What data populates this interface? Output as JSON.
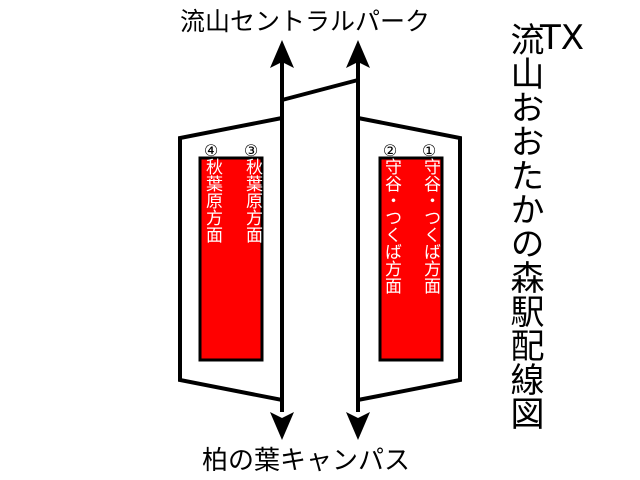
{
  "title": {
    "line": "TX",
    "station": "流山おおたかの森駅配線図"
  },
  "directions": {
    "up": "流山セントラルパーク",
    "down": "柏の葉キャンパス"
  },
  "platforms": [
    {
      "number": "①",
      "destination": "守谷・つくば方面",
      "side": "right"
    },
    {
      "number": "②",
      "destination": "守谷・つくば方面",
      "side": "right"
    },
    {
      "number": "③",
      "destination": "秋葉原方面",
      "side": "left"
    },
    {
      "number": "④",
      "destination": "秋葉原方面",
      "side": "left"
    }
  ],
  "colors": {
    "platform_fill": "#ff0000",
    "line": "#000000",
    "text_on_platform": "#ffffff"
  }
}
